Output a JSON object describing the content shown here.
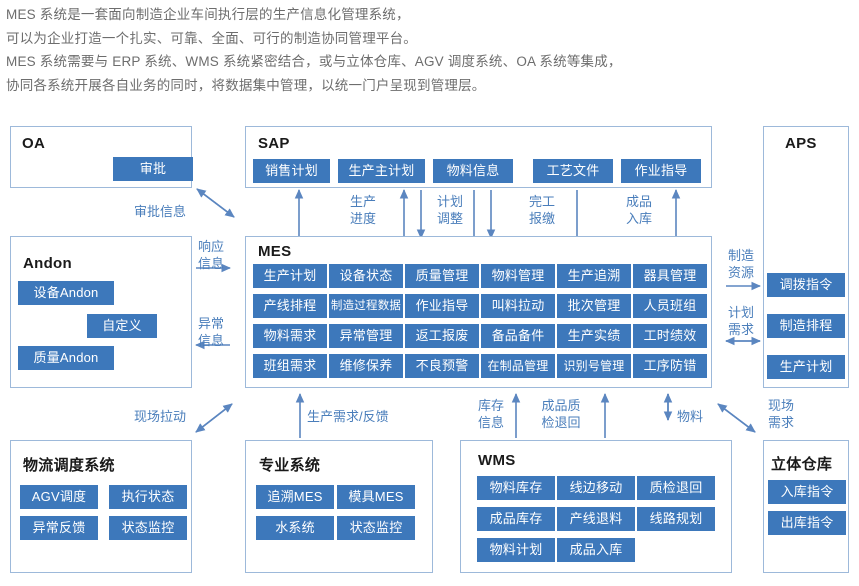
{
  "intro": {
    "lines": [
      "MES 系统是一套面向制造企业车间执行层的生产信息化管理系统，",
      "可以为企业打造一个扎实、可靠、全面、可行的制造协同管理平台。",
      "MES 系统需要与 ERP 系统、WMS 系统紧密结合，或与立体仓库、AGV 调度系统、OA 系统等集成，",
      "协同各系统开展各自业务的同时，将数据集中管理，以统一门户呈现到管理层。"
    ]
  },
  "colors": {
    "tag_blue": "#3d78bb",
    "box_border": "#9db9da",
    "connector_blue": "#4a7ebb",
    "text_gray": "#6d6d6d",
    "title_black": "#1a1a1a"
  },
  "boxes": {
    "oa": {
      "title": "OA",
      "tags": [
        "审批"
      ]
    },
    "sap": {
      "title": "SAP",
      "tags": [
        "销售计划",
        "生产主计划",
        "物料信息",
        "工艺文件",
        "作业指导"
      ]
    },
    "aps": {
      "title": "APS",
      "tags": [
        "调拨指令",
        "制造排程",
        "生产计划"
      ]
    },
    "andon": {
      "title": "Andon",
      "tags": [
        "设备Andon",
        "自定义",
        "质量Andon"
      ]
    },
    "mes": {
      "title": "MES",
      "tags": [
        "生产计划",
        "设备状态",
        "质量管理",
        "物料管理",
        "生产追溯",
        "器具管理",
        "产线排程",
        "制造过程数据",
        "作业指导",
        "叫料拉动",
        "批次管理",
        "人员班组",
        "物料需求",
        "异常管理",
        "返工报废",
        "备品备件",
        "生产实绩",
        "工时绩效",
        "班组需求",
        "维修保养",
        "不良预警",
        "在制品管理",
        "识别号管理",
        "工序防错"
      ]
    },
    "logistics": {
      "title": "物流调度系统",
      "tags": [
        "AGV调度",
        "执行状态",
        "异常反馈",
        "状态监控"
      ]
    },
    "专业": {
      "title": "专业系统",
      "tags": [
        "追溯MES",
        "模具MES",
        "水系统",
        "状态监控"
      ]
    },
    "wms": {
      "title": "WMS",
      "tags": [
        "物料库存",
        "线边移动",
        "质检退回",
        "成品库存",
        "产线退料",
        "线路规划",
        "物料计划",
        "成品入库"
      ]
    },
    "warehouse": {
      "title": "立体仓库",
      "tags": [
        "入库指令",
        "出库指令"
      ]
    }
  },
  "connectors": {
    "approval_info": "审批信息",
    "response_info_l1": "响应",
    "response_info_l2": "信息",
    "abnormal_info_l1": "异常",
    "abnormal_info_l2": "信息",
    "production_progress_l1": "生产",
    "production_progress_l2": "进度",
    "plan_adjust_l1": "计划",
    "plan_adjust_l2": "调整",
    "finish_report_l1": "完工",
    "finish_report_l2": "报缴",
    "product_instock_l1": "成品",
    "product_instock_l2": "入库",
    "manufacture_resource_l1": "制造",
    "manufacture_resource_l2": "资源",
    "plan_demand_l1": "计划",
    "plan_demand_l2": "需求",
    "site_pull": "现场拉动",
    "production_demand_feedback": "生产需求/反馈",
    "inventory_info_l1": "库存",
    "inventory_info_l2": "信息",
    "quality_return_l1": "成品质",
    "quality_return_l2": "检退回",
    "material": "物料",
    "site_demand_l1": "现场",
    "site_demand_l2": "需求"
  }
}
